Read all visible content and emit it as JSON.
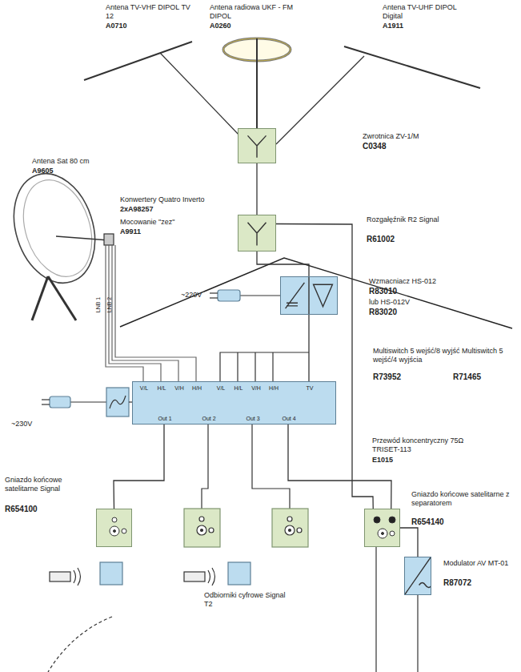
{
  "diagram": {
    "nodes": [
      {
        "text": [
          "Zwrotnica ZV-1/M",
          "C0348"
        ]
      },
      {
        "text": [
          "Rozgałęźnik R2 Signal",
          "R61002"
        ]
      },
      {
        "text": [
          "Wzmacniacz HS-012",
          "R83010",
          "lub HS-012V",
          "R83020"
        ]
      },
      {
        "text": [
          "Multiswitch 5 wejść/8 wyjść Multiswitch 5 wejść/4 wyjścia",
          "R73952",
          "R71465",
          "V/L",
          "H/L",
          "V/H",
          "H/H",
          "V/L",
          "H/L",
          "V/H",
          "H/H",
          "TV",
          "Out 1",
          "Out 2",
          "Out 3",
          "Out 4"
        ]
      },
      {
        "text": [
          "Gniazdo końcowe satelitarne Signal",
          "R654100"
        ]
      },
      {
        "text": [
          "Gniazdo końcowe satelitarne z separatorem",
          "R654140"
        ]
      },
      {
        "text": [
          "Modulator AV MT-01",
          "R87072"
        ]
      }
    ],
    "edges": [
      {
        "from": 0,
        "to": 1,
        "arrow": "none"
      },
      {
        "from": 1,
        "to": 2,
        "arrow": "none"
      },
      {
        "from": 2,
        "to": 3,
        "arrow": "none"
      },
      {
        "from": 1,
        "to": 5,
        "arrow": "none"
      },
      {
        "from": 3,
        "to": 4,
        "arrow": "none"
      },
      {
        "from": 3,
        "to": 5,
        "arrow": "none"
      },
      {
        "from": 5,
        "to": 6,
        "arrow": "none"
      }
    ],
    "labels": [
      "Antena TV-VHF DIPOL TV 12",
      "A0710",
      "Antena radiowa UKF - FM DIPOL",
      "A0260",
      "Antena TV-UHF DIPOL Digital",
      "A1911",
      "Antena Sat 80 cm",
      "A9605",
      "Konwertery Quatro Inverto",
      "2xA98257",
      "Mocowanie \"zez\"",
      "A9911",
      "~220V",
      "~230V",
      "Przewód koncentryczny 75Ω TRISET-113",
      "E1015",
      "Odbiorniki cyfrowe Signal T2",
      "LNB 1",
      "LNB 2"
    ]
  }
}
